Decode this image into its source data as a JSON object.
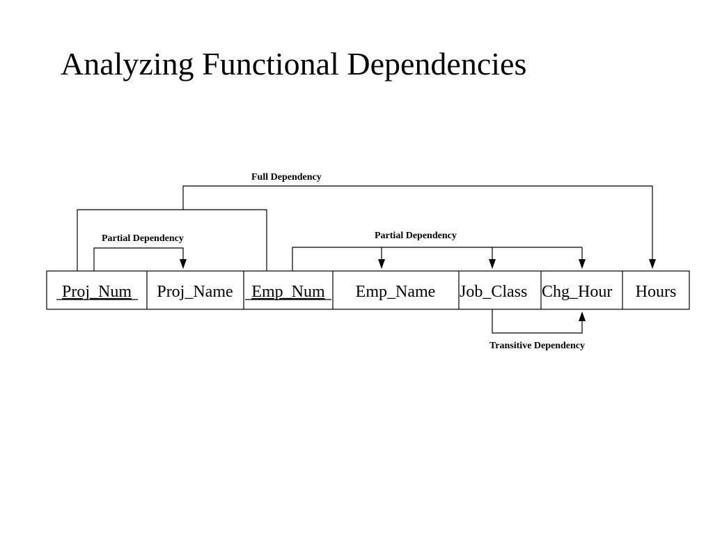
{
  "title": "Analyzing Functional Dependencies",
  "attributes": [
    {
      "label": "Proj_Num",
      "primary_key": true
    },
    {
      "label": "Proj_Name",
      "primary_key": false
    },
    {
      "label": "Emp_Num",
      "primary_key": true
    },
    {
      "label": "Emp_Name",
      "primary_key": false
    },
    {
      "label": "Job_Class",
      "primary_key": false
    },
    {
      "label": "Chg_Hour",
      "primary_key": false
    },
    {
      "label": "Hours",
      "primary_key": false
    }
  ],
  "dependencies": {
    "full": "Full  Dependency",
    "partial_proj": "Partial Dependency",
    "partial_emp": "Partial Dependency",
    "transitive": "Transitive Dependency"
  }
}
